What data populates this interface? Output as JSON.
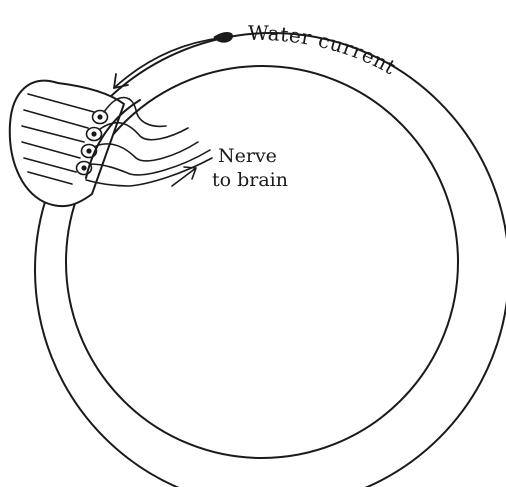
{
  "diagram": {
    "labels": {
      "water_current": "Water current",
      "nerve_line1": "Nerve",
      "nerve_line2": "to brain"
    },
    "colors": {
      "ink": "#1a1a1a",
      "background": "#ffffff"
    }
  }
}
